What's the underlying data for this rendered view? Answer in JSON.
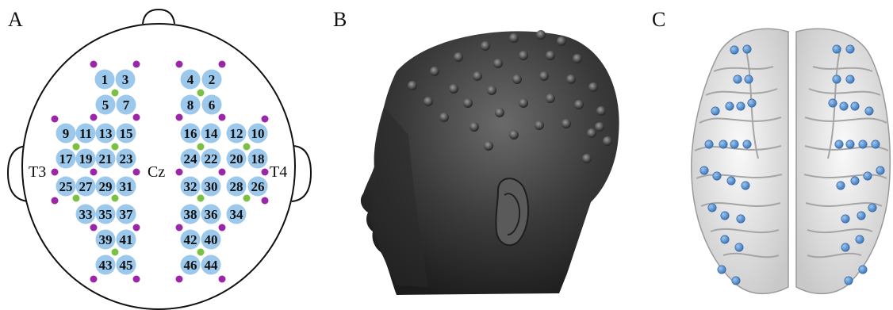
{
  "panels": {
    "a": {
      "letter": "A"
    },
    "b": {
      "letter": "B"
    },
    "c": {
      "letter": "C"
    }
  },
  "landmarks": {
    "left": "T3",
    "center": "Cz",
    "right": "T4"
  },
  "electrode_labels": [
    "1",
    "2",
    "3",
    "4",
    "5",
    "6",
    "7",
    "8",
    "9",
    "10",
    "11",
    "12",
    "13",
    "14",
    "15",
    "16",
    "17",
    "18",
    "19",
    "20",
    "21",
    "22",
    "23",
    "24",
    "25",
    "26",
    "27",
    "28",
    "29",
    "30",
    "31",
    "32",
    "33",
    "34",
    "35",
    "36",
    "37",
    "38",
    "39",
    "40",
    "41",
    "42",
    "43",
    "44",
    "45",
    "46"
  ],
  "colors": {
    "electrode": "#9cc8ec",
    "green_dot": "#7ac143",
    "purple_dot": "#9b27a8",
    "outline": "#111111",
    "scalp_dark": "#3a3a3a",
    "brain": "#f0f0f0",
    "sensor_blue": "#4f8fd1"
  }
}
